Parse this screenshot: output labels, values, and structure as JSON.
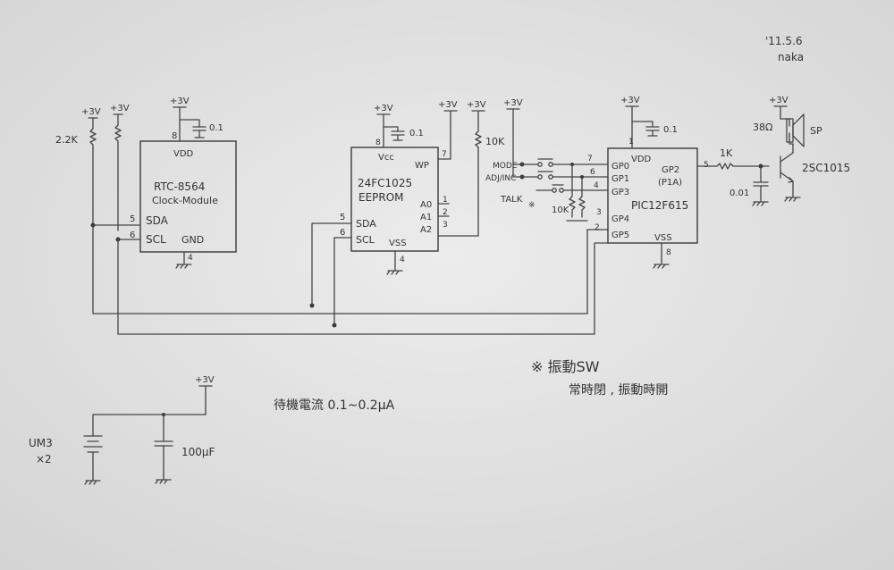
{
  "header": {
    "date": "'11.5.6",
    "author": "naka"
  },
  "power_labels": {
    "plus3v": "+3V"
  },
  "rtc": {
    "vdd": "VDD",
    "pin_vdd": "8",
    "cap": "0.1",
    "name": "RTC-8564",
    "sub": "Clock-Module",
    "pin_sda": "5",
    "pin_scl": "6",
    "sda": "SDA",
    "scl": "SCL",
    "gnd": "GND",
    "pin_gnd": "4",
    "pullup": "2.2K"
  },
  "eeprom": {
    "vcc": "Vcc",
    "pin_vcc": "8",
    "cap": "0.1",
    "part": "24FC1025",
    "name": "EEPROM",
    "wp": "WP",
    "pin_wp": "7",
    "a0": "A0",
    "a1": "A1",
    "a2": "A2",
    "pin_a0": "1",
    "pin_a1": "2",
    "pin_a2": "3",
    "sda": "SDA",
    "scl": "SCL",
    "pin_sda": "5",
    "pin_scl": "6",
    "vss": "VSS",
    "pin_vss": "4",
    "pullup": "10K"
  },
  "switches": {
    "mode": "MODE",
    "adj": "ADJ/INC",
    "talk": "TALK",
    "pulldown": "10K",
    "mark": "※"
  },
  "pic": {
    "vdd": "VDD",
    "pin_vdd": "1",
    "cap": "0.1",
    "gp0": "GP0",
    "gp1": "GP1",
    "gp3": "GP3",
    "gp4": "GP4",
    "gp5": "GP5",
    "gp2": "GP2",
    "pwm": "(P1A)",
    "name": "PIC12F615",
    "vss": "VSS",
    "pin_gp0": "7",
    "pin_gp1": "6",
    "pin_gp3": "4",
    "pin_gp4": "3",
    "pin_gp5": "2",
    "pin_gp2": "5",
    "pin_vss": "8"
  },
  "audio": {
    "resistor": "1K",
    "cap": "0.01",
    "transistor": "2SC1015",
    "speaker_ohm": "38Ω",
    "speaker": "SP"
  },
  "battery": {
    "cell": "UM3",
    "count": "×2",
    "cap": "100μF"
  },
  "notes": {
    "standby": "待機電流  0.1~0.2μA",
    "vib_title": "※ 振動SW",
    "vib_desc": "常時閉 , 振動時開"
  }
}
